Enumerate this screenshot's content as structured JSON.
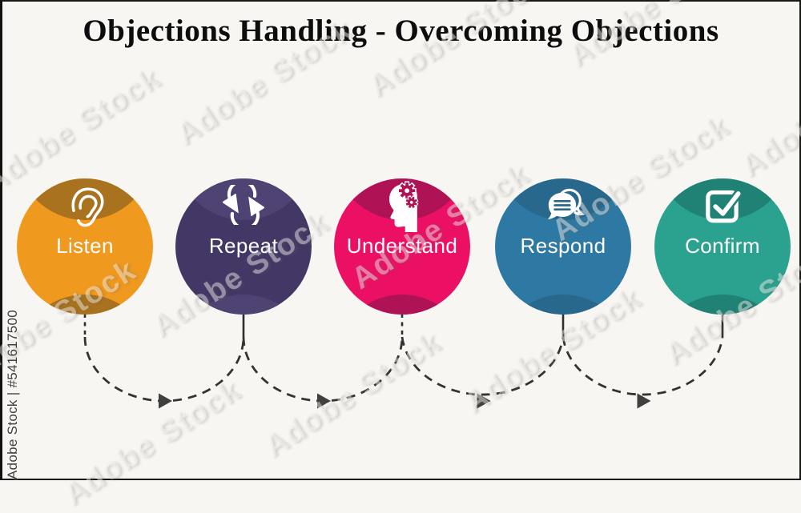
{
  "title": "Objections Handling - Overcoming Objections",
  "steps": [
    {
      "label": "Listen",
      "icon": "ear-icon",
      "body_color": "#F0991F",
      "cap_color": "#A8721E"
    },
    {
      "label": "Repeat",
      "icon": "refresh-icon",
      "body_color": "#433766",
      "cap_color": "#4E4372"
    },
    {
      "label": "Understand",
      "icon": "head-gears-icon",
      "body_color": "#EC1065",
      "cap_color": "#B01355"
    },
    {
      "label": "Respond",
      "icon": "chat-bubbles-icon",
      "body_color": "#2E79A3",
      "cap_color": "#27688C"
    },
    {
      "label": "Confirm",
      "icon": "checkbox-icon",
      "body_color": "#2BA28F",
      "cap_color": "#1F8275"
    }
  ],
  "connectors": {
    "style": "dashed-arc",
    "direction": "left-to-right",
    "line_color": "#333333",
    "arrow_color": "#3f3f3f"
  },
  "watermark": {
    "text": "Adobe Stock",
    "credit": "Adobe Stock | #541617500"
  },
  "colors": {
    "background": "#F8F6F2",
    "title_text": "#0d0d0d",
    "label_text": "#FFFFFF"
  }
}
